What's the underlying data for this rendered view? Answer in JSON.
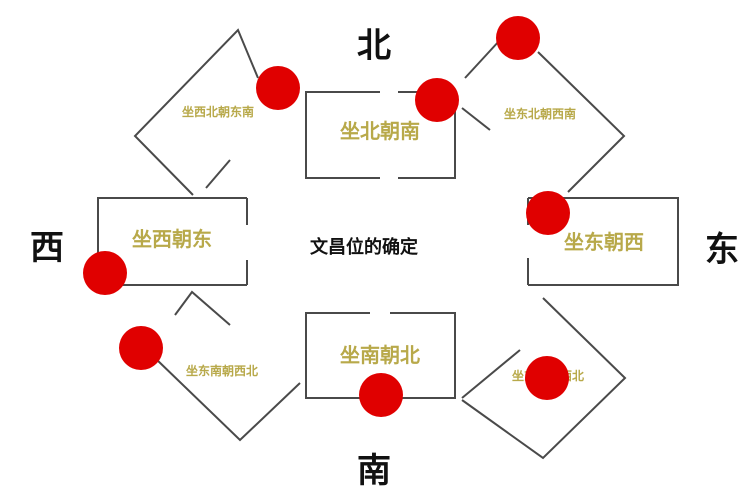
{
  "directions": {
    "north": "北",
    "south": "南",
    "west": "西",
    "east": "东"
  },
  "center_title": "文昌位的确定",
  "rooms": {
    "sit_north_face_south": "坐北朝南",
    "sit_south_face_north": "坐南朝北",
    "sit_west_face_east": "坐西朝东",
    "sit_east_face_west": "坐东朝西",
    "sit_northwest_face_southeast": "坐西北朝东南",
    "sit_northeast_face_southwest": "坐东北朝西南",
    "sit_southeast_face_northwest": "坐东南朝西北",
    "sit_southwest_face_northeast": "坐东南朝西北"
  },
  "colors": {
    "room_text": "#b8a94a",
    "marker": "#e00000",
    "line": "#4a4a4a"
  }
}
